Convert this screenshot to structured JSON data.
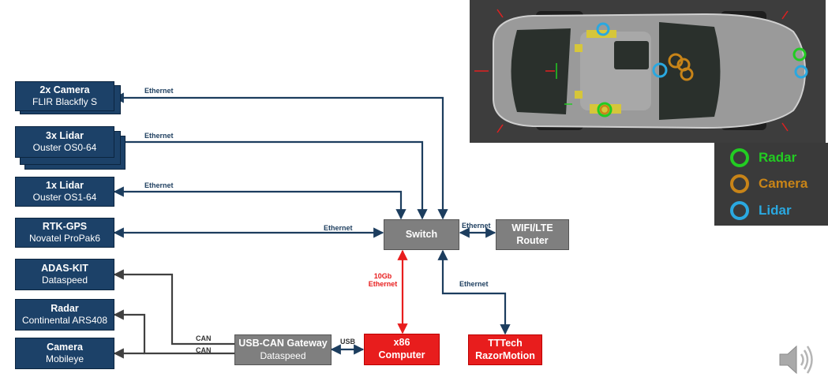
{
  "nodes": {
    "camera": {
      "title": "2x Camera",
      "sub": "FLIR Blackfly S"
    },
    "lidar3": {
      "title": "3x Lidar",
      "sub": "Ouster OS0-64"
    },
    "lidar1": {
      "title": "1x Lidar",
      "sub": "Ouster OS1-64"
    },
    "rtk": {
      "title": "RTK-GPS",
      "sub": "Novatel ProPak6"
    },
    "adas": {
      "title": "ADAS-KIT",
      "sub": "Dataspeed"
    },
    "radar": {
      "title": "Radar",
      "sub": "Continental ARS408"
    },
    "mobileye": {
      "title": "Camera",
      "sub": "Mobileye"
    },
    "switch": {
      "title": "Switch"
    },
    "router": {
      "title": "WIFI/LTE",
      "sub": "Router"
    },
    "gateway": {
      "title": "USB-CAN Gateway",
      "sub": "Dataspeed"
    },
    "x86": {
      "title": "x86",
      "sub": "Computer"
    },
    "tttech": {
      "title": "TTTech",
      "sub": "RazorMotion"
    }
  },
  "links": {
    "ethernet": "Ethernet",
    "can": "CAN",
    "usb": "USB",
    "tengb_line1": "10Gb",
    "tengb_line2": "Ethernet"
  },
  "legend": {
    "radar": {
      "label": "Radar",
      "color": "#22cc22"
    },
    "camera": {
      "label": "Camera",
      "color": "#c88418"
    },
    "lidar": {
      "label": "Lidar",
      "color": "#2aa8e0"
    }
  },
  "colors": {
    "node_blue": "#1c4168",
    "node_gray": "#7f7f7f",
    "node_red": "#e81d1d",
    "wire_blue": "#1c3d5e",
    "wire_gray": "#404040",
    "wire_red": "#e81d1d"
  },
  "icons": [
    "speaker-icon",
    "vehicle-sensor-layout"
  ]
}
